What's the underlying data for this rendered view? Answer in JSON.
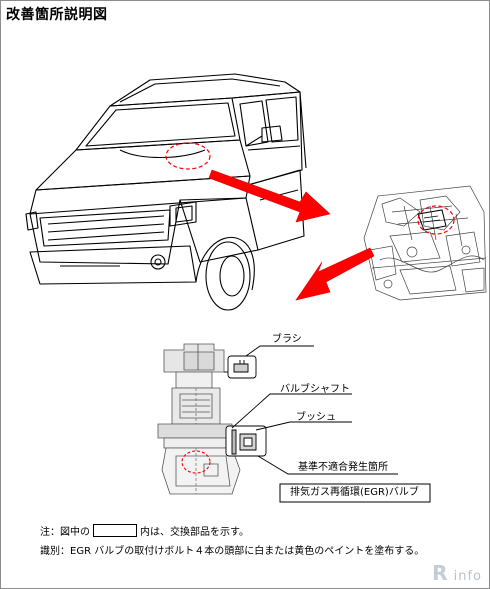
{
  "title": "改善箇所説明図",
  "labels": {
    "brush": "ブラシ",
    "valve_shaft": "バルブシャフト",
    "bush": "ブッシュ",
    "defect_origin": "基準不適合発生箇所",
    "valve_name": "排気ガス再循環(EGR)バルブ"
  },
  "notes": {
    "note1_prefix": "注：図中の",
    "note1_suffix": "内は、交換部品を示す。",
    "note2": "識別：EGR バルブの取付けボルト４本の頭部に白または黄色のペイントを塗布する。"
  },
  "watermark": {
    "letter": "R",
    "text": "info"
  },
  "colors": {
    "arrow": "#ff0000",
    "circle": "#ff0000",
    "line": "#000000"
  }
}
